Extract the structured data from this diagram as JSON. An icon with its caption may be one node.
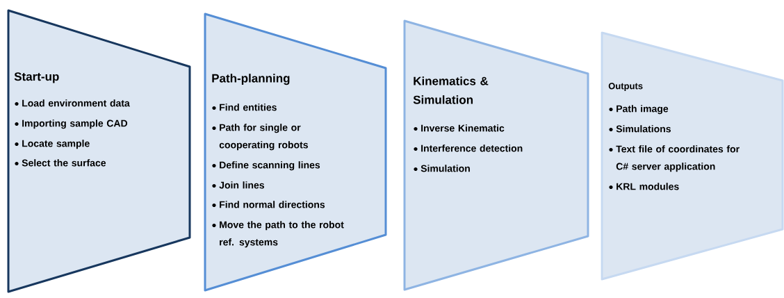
{
  "diagram": {
    "nodes": [
      {
        "text": [
          "Start-up",
          "Load environment data",
          "Importing sample CAD",
          "Locate sample",
          "Select the surface"
        ]
      },
      {
        "text": [
          "Path-planning",
          "Find entities",
          "Path for single or cooperating robots",
          "Define scanning lines",
          "Join lines",
          "Find normal directions",
          "Move the path to the robot ref. systems"
        ]
      },
      {
        "text": [
          "Kinematics & Simulation",
          "Inverse Kinematic",
          "Interference detection",
          "Simulation"
        ]
      },
      {
        "text": [
          "Outputs",
          "Path image",
          "Simulations",
          "Text file of coordinates for C# server application",
          "KRL modules"
        ]
      }
    ]
  }
}
